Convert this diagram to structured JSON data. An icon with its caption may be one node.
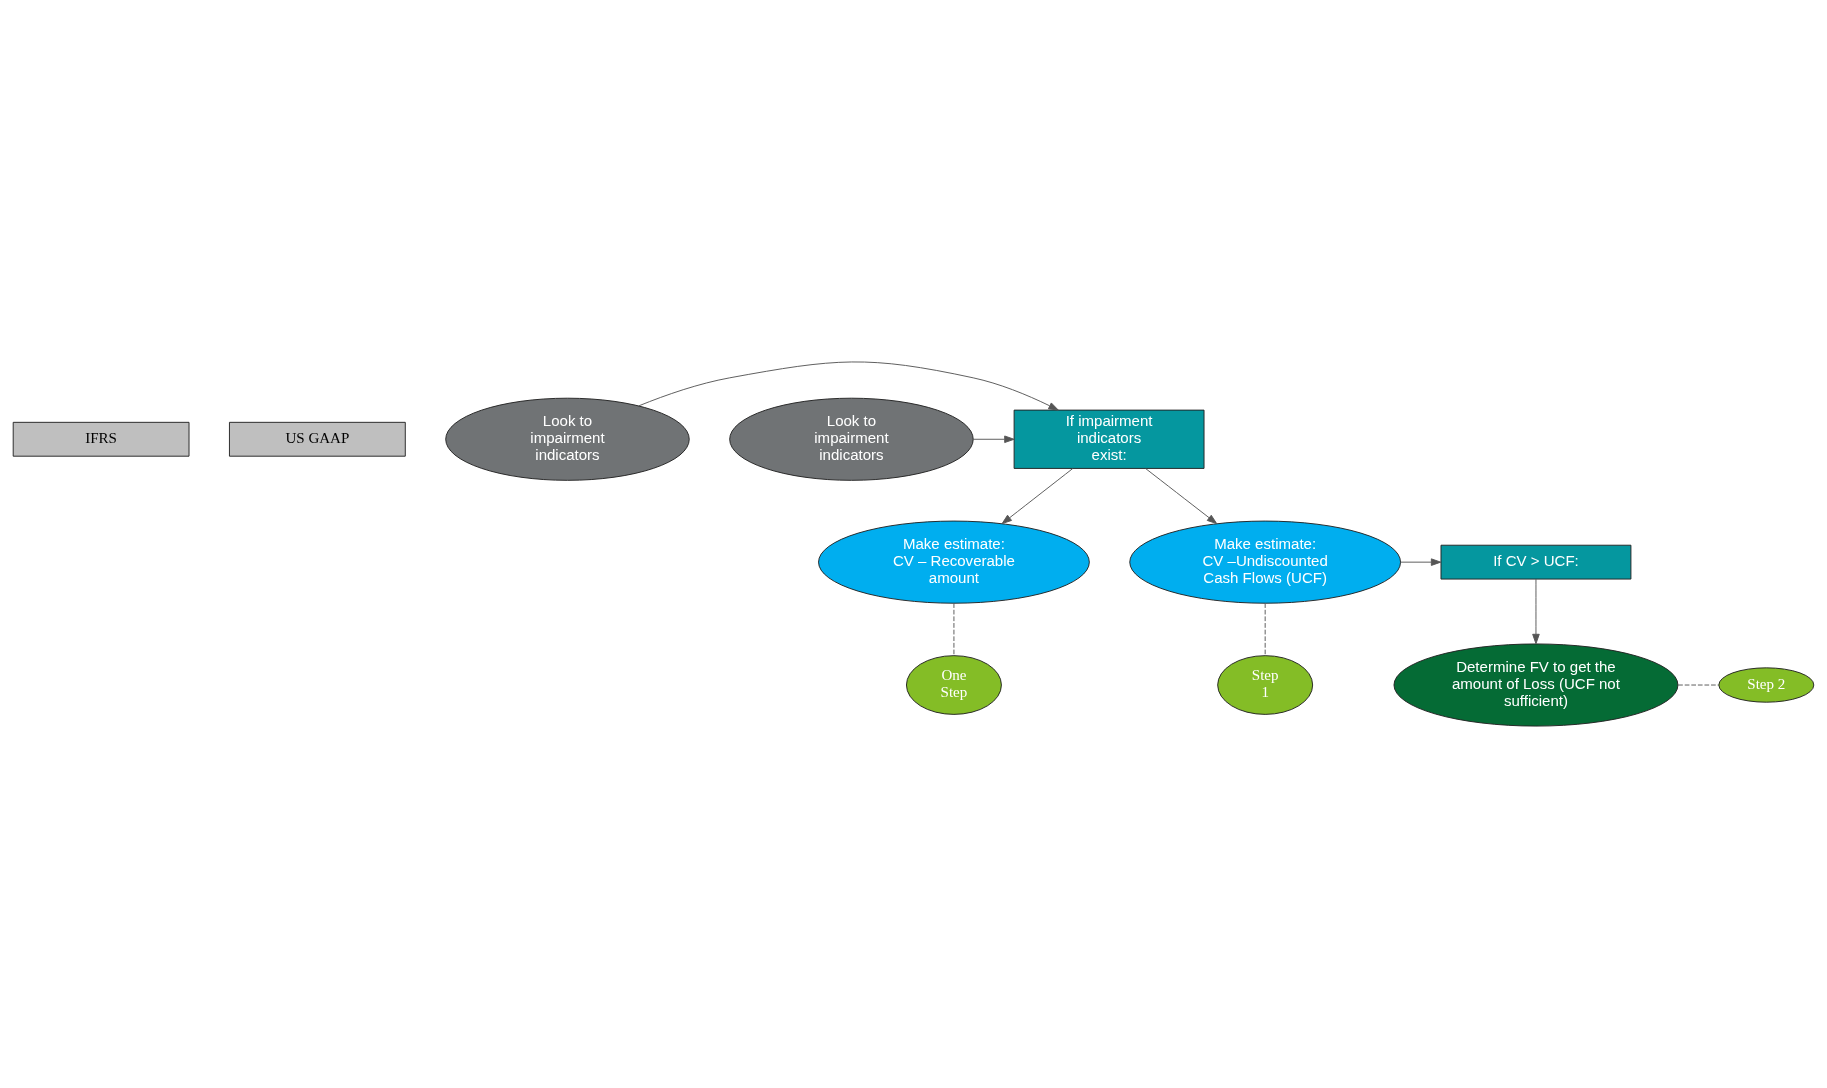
{
  "diagram": {
    "nodes": [
      {
        "text": [
          "IFRS"
        ]
      },
      {
        "text": [
          "US GAAP"
        ]
      },
      {
        "text": [
          "Look to impairment indicators"
        ]
      },
      {
        "text": [
          "If impairment indicators exist:"
        ]
      },
      {
        "text": [
          "Look to impairment indicators"
        ]
      },
      {
        "text": [
          "Make estimate: CV – Recoverable amount"
        ]
      },
      {
        "text": [
          "If CV > UCF:"
        ]
      },
      {
        "text": [
          "Make estimate: CV –Undiscounted Cash Flows (UCF)"
        ]
      },
      {
        "text": [
          "Step 1"
        ]
      },
      {
        "text": [
          "One Step"
        ]
      },
      {
        "text": [
          "Determine FV to get the amount of Loss (UCF not sufficient)"
        ]
      },
      {
        "text": [
          "Step 2"
        ]
      }
    ],
    "edges": [
      {
        "from": 2,
        "to": 3,
        "arrow": "to"
      },
      {
        "from": 4,
        "to": 3,
        "arrow": "to"
      },
      {
        "from": 3,
        "to": 5,
        "arrow": "to"
      },
      {
        "from": 3,
        "to": 7,
        "arrow": "to"
      },
      {
        "from": 7,
        "to": 6,
        "arrow": "to"
      },
      {
        "from": 6,
        "to": 10,
        "arrow": "to"
      },
      {
        "from": 5,
        "to": 9,
        "arrow": "none",
        "style": "dashed"
      },
      {
        "from": 7,
        "to": 8,
        "arrow": "none",
        "style": "dashed"
      },
      {
        "from": 10,
        "to": 11,
        "arrow": "none",
        "style": "dashed"
      }
    ]
  }
}
